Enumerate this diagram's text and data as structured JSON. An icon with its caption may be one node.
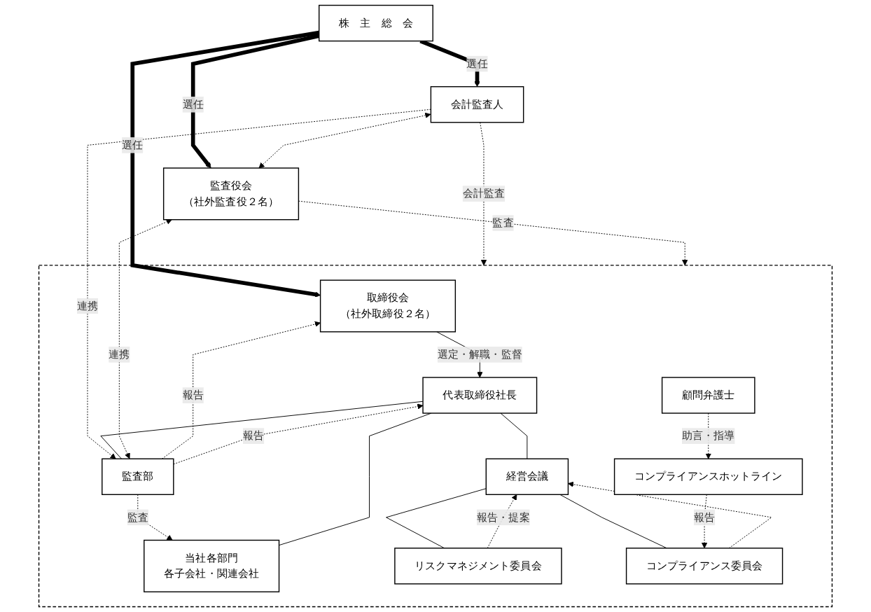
{
  "diagram": {
    "nodes": [
      {
        "text": [
          "株　主　総　会"
        ]
      },
      {
        "text": [
          "会計監査人"
        ]
      },
      {
        "text": [
          "監査役会",
          "（社外監査役２名）"
        ]
      },
      {
        "text": [],
        "shape": "box"
      },
      {
        "text": [
          "取締役会",
          "（社外取締役２名）"
        ],
        "in": 3
      },
      {
        "text": [
          "代表取締役社長"
        ],
        "in": 3
      },
      {
        "text": [
          "経営会議"
        ],
        "in": 3
      },
      {
        "text": [
          "監査部"
        ],
        "in": 3
      },
      {
        "text": [
          "リスクマネジメント委員会"
        ],
        "in": 3
      },
      {
        "text": [
          "コンプライアンス委員会"
        ],
        "in": 3
      },
      {
        "text": [
          "コンプライアンスホットライン"
        ],
        "in": 3
      },
      {
        "text": [
          "当社各部門",
          "各子会社・関連会社"
        ],
        "in": 3
      },
      {
        "text": [
          "顧問弁護士"
        ],
        "in": 3
      }
    ],
    "edges": [
      {
        "from": 0,
        "to": 1,
        "arrow": "to",
        "label": "選任",
        "style": "thick"
      },
      {
        "from": 0,
        "to": 2,
        "arrow": "to",
        "label": "選任",
        "style": "thick"
      },
      {
        "from": 0,
        "to": 4,
        "arrow": "to",
        "label": "選任",
        "style": "thick"
      },
      {
        "from": 1,
        "to": 2,
        "arrow": "both",
        "style": "dashed"
      },
      {
        "from": 1,
        "to": 7,
        "arrow": "to",
        "label": "連携",
        "style": "dashed"
      },
      {
        "from": 1,
        "to": 3,
        "arrow": "to",
        "label": "会計監査",
        "style": "dashed"
      },
      {
        "from": 2,
        "to": 3,
        "arrow": "to",
        "label": "監査",
        "style": "dashed"
      },
      {
        "from": 7,
        "to": 2,
        "arrow": "both",
        "label": "連携",
        "style": "dashed"
      },
      {
        "from": 7,
        "to": 4,
        "arrow": "to",
        "label": "報告",
        "style": "dashed"
      },
      {
        "from": 7,
        "to": 5,
        "arrow": "to",
        "label": "報告",
        "style": "dashed"
      },
      {
        "from": 7,
        "to": 11,
        "arrow": "to",
        "label": "監査",
        "style": "dashed"
      },
      {
        "from": 4,
        "to": 5,
        "arrow": "to",
        "label": "選定・解職・監督"
      },
      {
        "from": 5,
        "to": 7,
        "arrow": "none"
      },
      {
        "from": 5,
        "to": 11,
        "arrow": "none"
      },
      {
        "from": 5,
        "to": 6,
        "arrow": "none"
      },
      {
        "from": 6,
        "to": 8,
        "arrow": "none"
      },
      {
        "from": 6,
        "to": 9,
        "arrow": "none"
      },
      {
        "from": 8,
        "to": 6,
        "arrow": "to",
        "label": "報告・提案",
        "style": "dashed"
      },
      {
        "from": 9,
        "to": 6,
        "arrow": "to",
        "style": "dashed"
      },
      {
        "from": 10,
        "to": 9,
        "arrow": "to",
        "label": "報告",
        "style": "dashed"
      },
      {
        "from": 12,
        "to": 10,
        "arrow": "to",
        "label": "助言・指導",
        "style": "dashed"
      }
    ]
  }
}
